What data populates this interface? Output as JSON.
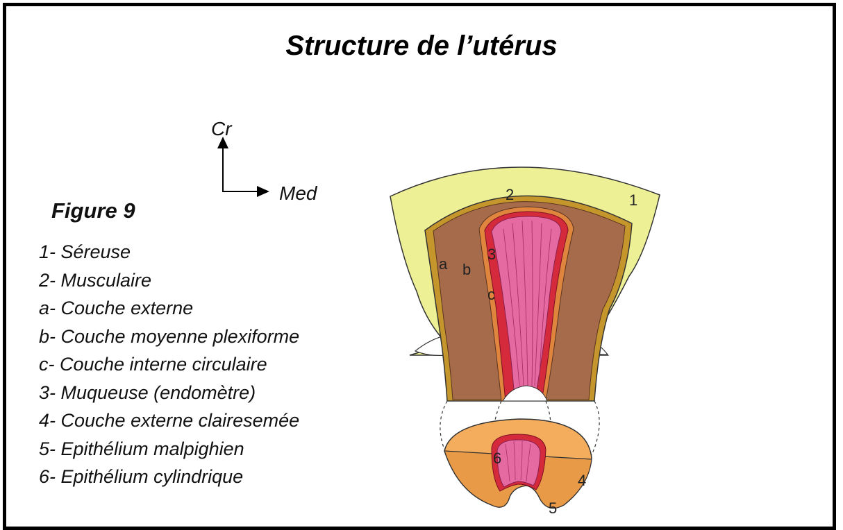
{
  "title": "Structure de l’utérus",
  "orientation": {
    "cranial_label": "Cr",
    "medial_label": "Med"
  },
  "figure_label": "Figure 9",
  "legend": [
    "1- Séreuse",
    "2- Musculaire",
    "a- Couche externe",
    "b- Couche moyenne plexiforme",
    "c- Couche interne circulaire",
    "3- Muqueuse (endomètre)",
    "4- Couche externe clairesemée",
    "5- Epithélium malpighien",
    "6- Epithélium cylindrique"
  ],
  "diagram_labels": {
    "l1": "1",
    "l2": "2",
    "l3": "3",
    "la": "a",
    "lb": "b",
    "lc": "c",
    "l4": "4",
    "l5": "5",
    "l6": "6"
  },
  "colors": {
    "serosa": "#eef096",
    "muscularis": "#a56b4b",
    "muscle_edge": "#c4962c",
    "mucosa_red": "#d42a3c",
    "mucosa_pink": "#e66aa2",
    "cervix_orange": "#f3ad5c",
    "cervix_edge": "#d98f3a"
  }
}
